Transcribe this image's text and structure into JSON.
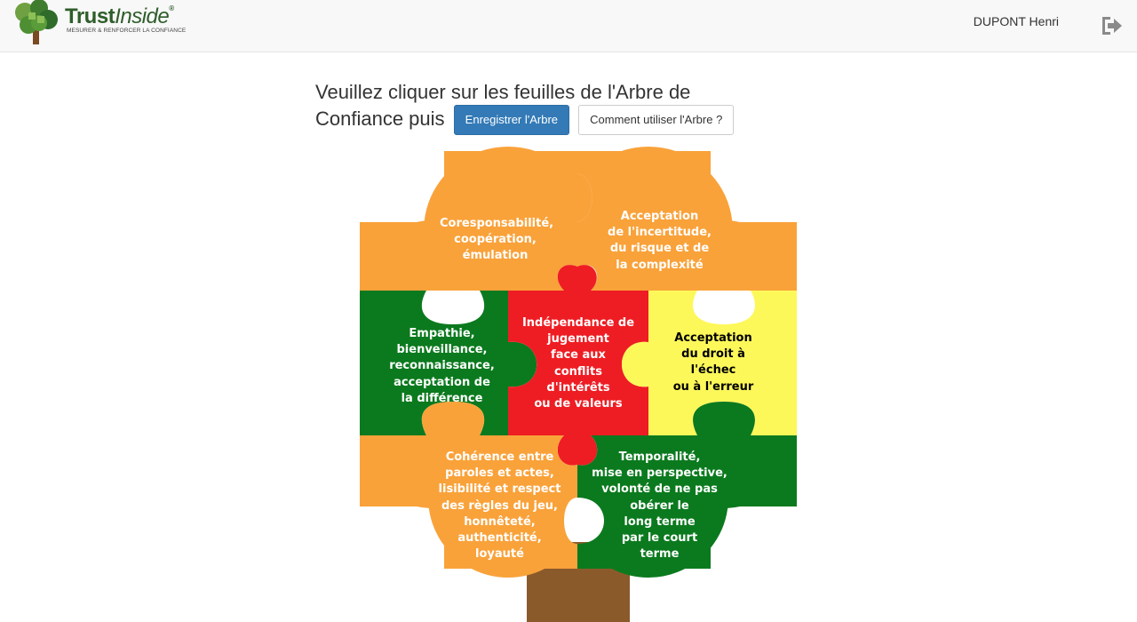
{
  "header": {
    "logo_name_part1": "Trust",
    "logo_name_part2": "Inside",
    "logo_registered": "®",
    "logo_tagline": "MESURER & RENFORCER LA CONFIANCE",
    "user_name": "DUPONT Henri",
    "logout_icon": "sign-out-icon"
  },
  "instructions": {
    "text": "Veuillez cliquer sur les feuilles de l'Arbre de Confiance puis",
    "save_button": "Enregistrer l'Arbre",
    "help_button": "Comment utiliser l'Arbre ?"
  },
  "tree": {
    "colors": {
      "orange": "#f9a23a",
      "green": "#0b7a1e",
      "red": "#ee1d23",
      "yellow": "#fdf85a",
      "trunk": "#8b5a2b"
    },
    "leaves": [
      {
        "id": "coresponsabilite",
        "color": "orange",
        "text": "Coresponsabilité,\ncoopération,\némulation"
      },
      {
        "id": "acceptation-incertitude",
        "color": "orange",
        "text": "Acceptation\nde l'incertitude,\ndu risque et de\nla complexité"
      },
      {
        "id": "empathie",
        "color": "green",
        "text": "Empathie,\nbienveillance,\nreconnaissance,\nacceptation de\nla différence"
      },
      {
        "id": "independance",
        "color": "red",
        "text": "Indépendance de\njugement\nface aux\nconflits\nd'intérêts\nou de valeurs"
      },
      {
        "id": "acceptation-echec",
        "color": "yellow",
        "text": "Acceptation\ndu droit à\nl'échec\nou à l'erreur"
      },
      {
        "id": "coherence",
        "color": "orange",
        "text": "Cohérence entre\nparoles et actes,\nlisibilité et respect\ndes règles du jeu,\nhonnêteté,\nauthenticité,\nloyauté"
      },
      {
        "id": "temporalite",
        "color": "green",
        "text": "Temporalité,\nmise en perspective,\nvolonté de ne pas\nobérer le\nlong terme\npar le court\nterme"
      }
    ]
  }
}
